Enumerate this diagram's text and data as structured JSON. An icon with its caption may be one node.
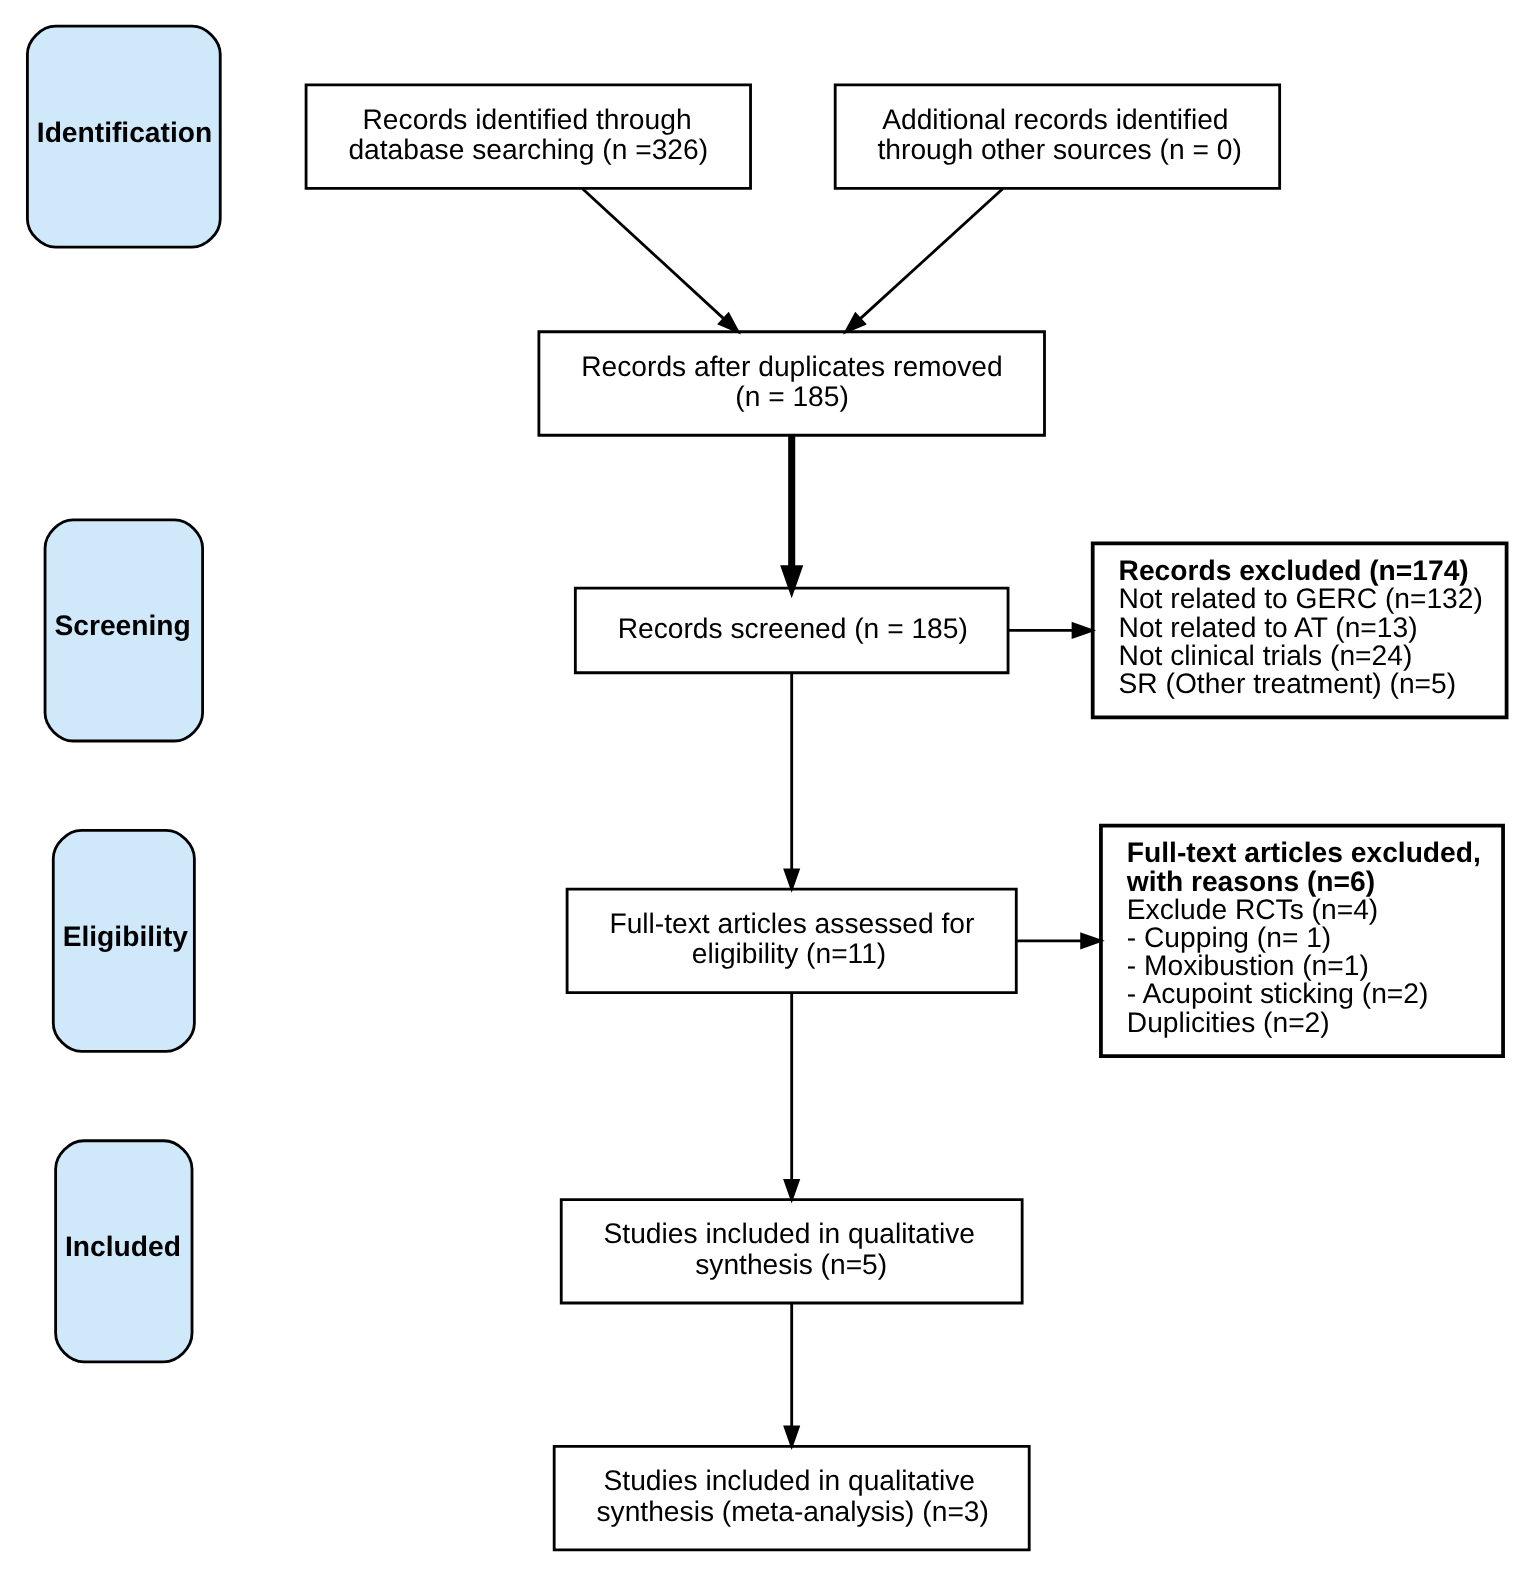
{
  "diagram": {
    "nodes": [
      {
        "text": [
          "Identification"
        ]
      },
      {
        "text": [
          "Records identified through database searching (n =326)"
        ]
      },
      {
        "text": [
          "Additional records identified through other sources (n = 0)"
        ]
      },
      {
        "text": [
          "Screening"
        ]
      },
      {
        "text": [
          "Records after duplicates removed (n = 185)"
        ]
      },
      {
        "text": [
          "Records screened (n = 185)"
        ]
      },
      {
        "text": [
          "Records excluded (n=174)",
          "Not related to GERC (n=132)",
          "Not related to AT (n=13)",
          "Not clinical trials (n=24)",
          "SR (Other treatment) (n=5)"
        ]
      },
      {
        "text": [
          "Eligibility"
        ]
      },
      {
        "text": [
          "Full-text articles assessed for eligibility (n=11)"
        ]
      },
      {
        "text": [
          "Full-text articles excluded, with reasons (n=6)",
          "Exclude RCTs (n=4)",
          "- Cupping (n= 1)",
          "- Moxibustion (n=1)",
          "- Acupoint sticking (n=2)",
          "Duplicities (n=2)"
        ]
      },
      {
        "text": [
          "Included"
        ]
      },
      {
        "text": [
          "Studies included in qualitative synthesis (n=5)"
        ]
      },
      {
        "text": [
          "Studies included in qualitative synthesis (meta-analysis) (n=3)"
        ]
      }
    ],
    "edges": [
      {
        "from": 1,
        "to": 4,
        "arrow": "to"
      },
      {
        "from": 2,
        "to": 4,
        "arrow": "to"
      },
      {
        "from": 4,
        "to": 5,
        "arrow": "to",
        "style": "thick"
      },
      {
        "from": 5,
        "to": 6,
        "arrow": "to"
      },
      {
        "from": 5,
        "to": 8,
        "arrow": "to"
      },
      {
        "from": 8,
        "to": 9,
        "arrow": "to"
      },
      {
        "from": 8,
        "to": 11,
        "arrow": "to"
      },
      {
        "from": 11,
        "to": 12,
        "arrow": "to"
      }
    ]
  }
}
